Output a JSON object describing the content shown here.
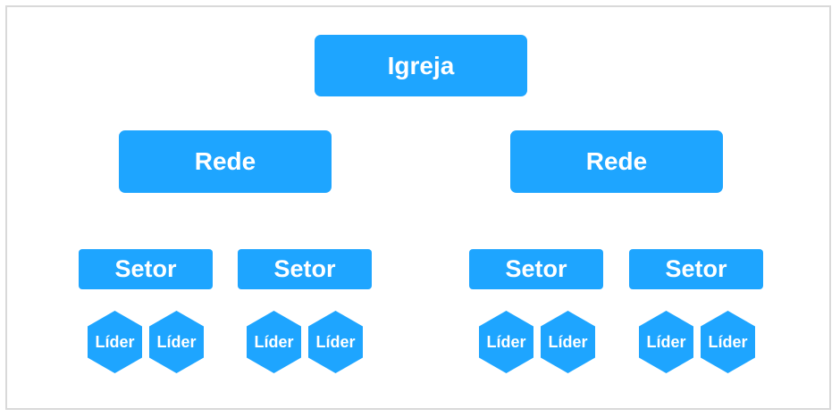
{
  "diagram": {
    "root": {
      "label": "Igreja"
    },
    "redes": [
      {
        "label": "Rede"
      },
      {
        "label": "Rede"
      }
    ],
    "setores": [
      {
        "label": "Setor"
      },
      {
        "label": "Setor"
      },
      {
        "label": "Setor"
      },
      {
        "label": "Setor"
      }
    ],
    "lideres": [
      {
        "label": "Líder"
      },
      {
        "label": "Líder"
      },
      {
        "label": "Líder"
      },
      {
        "label": "Líder"
      },
      {
        "label": "Líder"
      },
      {
        "label": "Líder"
      },
      {
        "label": "Líder"
      },
      {
        "label": "Líder"
      }
    ],
    "colors": {
      "node": "#1ea5ff",
      "text": "#ffffff",
      "border": "#d9d9d9"
    }
  }
}
